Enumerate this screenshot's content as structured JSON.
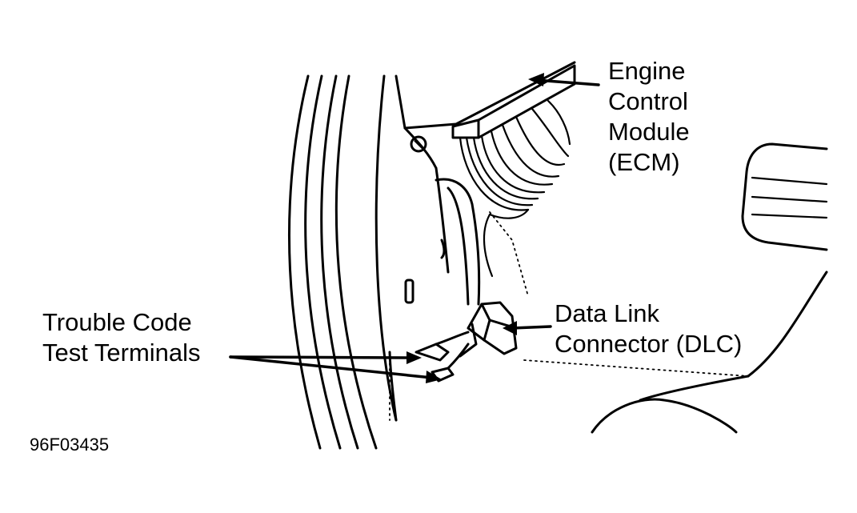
{
  "figure_id": "96F03435",
  "labels": {
    "ecm": [
      "Engine",
      "Control",
      "Module",
      "(ECM)"
    ],
    "dlc": [
      "Data Link",
      "Connector (DLC)"
    ],
    "test_terminals": [
      "Trouble Code",
      "Test Terminals"
    ]
  },
  "colors": {
    "ink": "#000000",
    "paper": "#ffffff"
  }
}
